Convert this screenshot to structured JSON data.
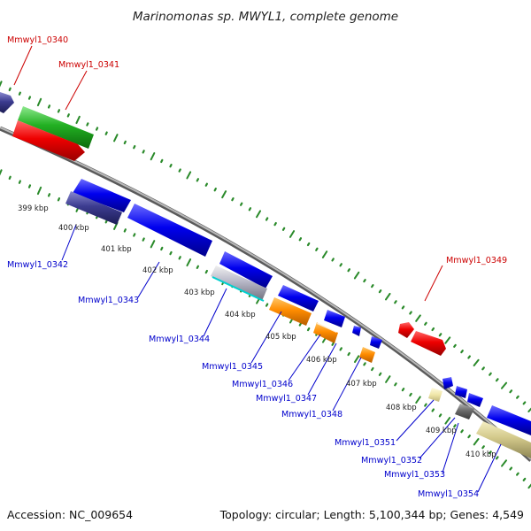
{
  "title": "Marinomonas sp. MWYL1, complete genome",
  "footer": {
    "accession": "Accession: NC_009654",
    "summary": "Topology: circular; Length: 5,100,344 bp; Genes: 4,549"
  },
  "colors": {
    "backbone": "#8a8a8a",
    "tick": "#2a8a2a",
    "forward_label": "#cc0000",
    "reverse_label": "#0000cc"
  },
  "kbp_labels": [
    "399 kbp",
    "400 kbp",
    "401 kbp",
    "402 kbp",
    "403 kbp",
    "404 kbp",
    "405 kbp",
    "406 kbp",
    "407 kbp",
    "408 kbp",
    "409 kbp",
    "410 kbp"
  ],
  "forward_genes": [
    "Mmwyl1_0340",
    "Mmwyl1_0341",
    "Mmwyl1_0349"
  ],
  "reverse_genes": [
    "Mmwyl1_0342",
    "Mmwyl1_0343",
    "Mmwyl1_0344",
    "Mmwyl1_0345",
    "Mmwyl1_0346",
    "Mmwyl1_0347",
    "Mmwyl1_0348",
    "Mmwyl1_0351",
    "Mmwyl1_0352",
    "Mmwyl1_0353",
    "Mmwyl1_0354"
  ]
}
